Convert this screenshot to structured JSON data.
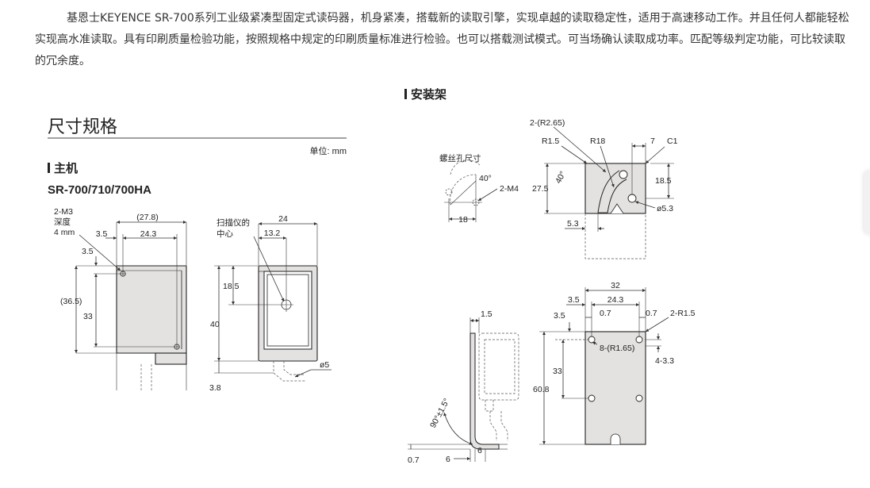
{
  "intro_text": "基恩士KEYENCE SR-700系列工业级紧凑型固定式读码器，机身紧凑，搭载新的读取引擎，实现卓越的读取稳定性，适用于高速移动工作。并且任何人都能轻松实现高水准读取。具有印刷质量检验功能，按照规格中规定的印刷质量标准进行检验。也可以搭载测试模式。可当场确认读取成功率。匹配等级判定功能，可比较读取的冗余度。",
  "left": {
    "section_title": "尺寸规格",
    "unit_label": "单位: mm",
    "subheading": "主机",
    "model": "SR-700/710/700HA",
    "front": {
      "hole_label_1": "2-M3",
      "hole_label_2": "深度",
      "hole_label_3": "4 mm",
      "d_27_8": "(27.8)",
      "d_3_5_top": "3.5",
      "d_24_3": "24.3",
      "d_3_5_left": "3.5",
      "d_36_5": "(36.5)",
      "d_33": "33"
    },
    "side": {
      "center_label_1": "扫描仪的",
      "center_label_2": "中心",
      "d_24": "24",
      "d_13_2": "13.2",
      "d_18_5": "18.5",
      "d_40": "40",
      "d_3_8": "3.8",
      "d_phi5": "ø5"
    }
  },
  "right": {
    "subheading": "安装架",
    "screw": {
      "label": "螺丝孔尺寸",
      "angle": "40°",
      "thread": "2-M4",
      "d_18": "18"
    },
    "top": {
      "r265": "2-(R2.65)",
      "r15": "R1.5",
      "r18": "R18",
      "d7": "7",
      "c1": "C1",
      "angle": "40°",
      "d_27_5": "27.5",
      "d_18_5": "18.5",
      "d_phi53": "ø5.3",
      "d_5_3": "5.3"
    },
    "side": {
      "d_1_5": "1.5",
      "angle": "90°±1.5°",
      "d_0_7": "0.7",
      "d_6a": "6",
      "d_6b": "6"
    },
    "plate": {
      "d_32": "32",
      "d_3_5a": "3.5",
      "d_24_3": "24.3",
      "d_3_5b": "3.5",
      "d_0_7a": "0.7",
      "d_0_7b": "0.7",
      "r15": "2-R1.5",
      "holes": "8-(R1.65)",
      "d_4_3_3": "4-3.3",
      "d_33": "33",
      "d_60_8": "60.8"
    }
  }
}
